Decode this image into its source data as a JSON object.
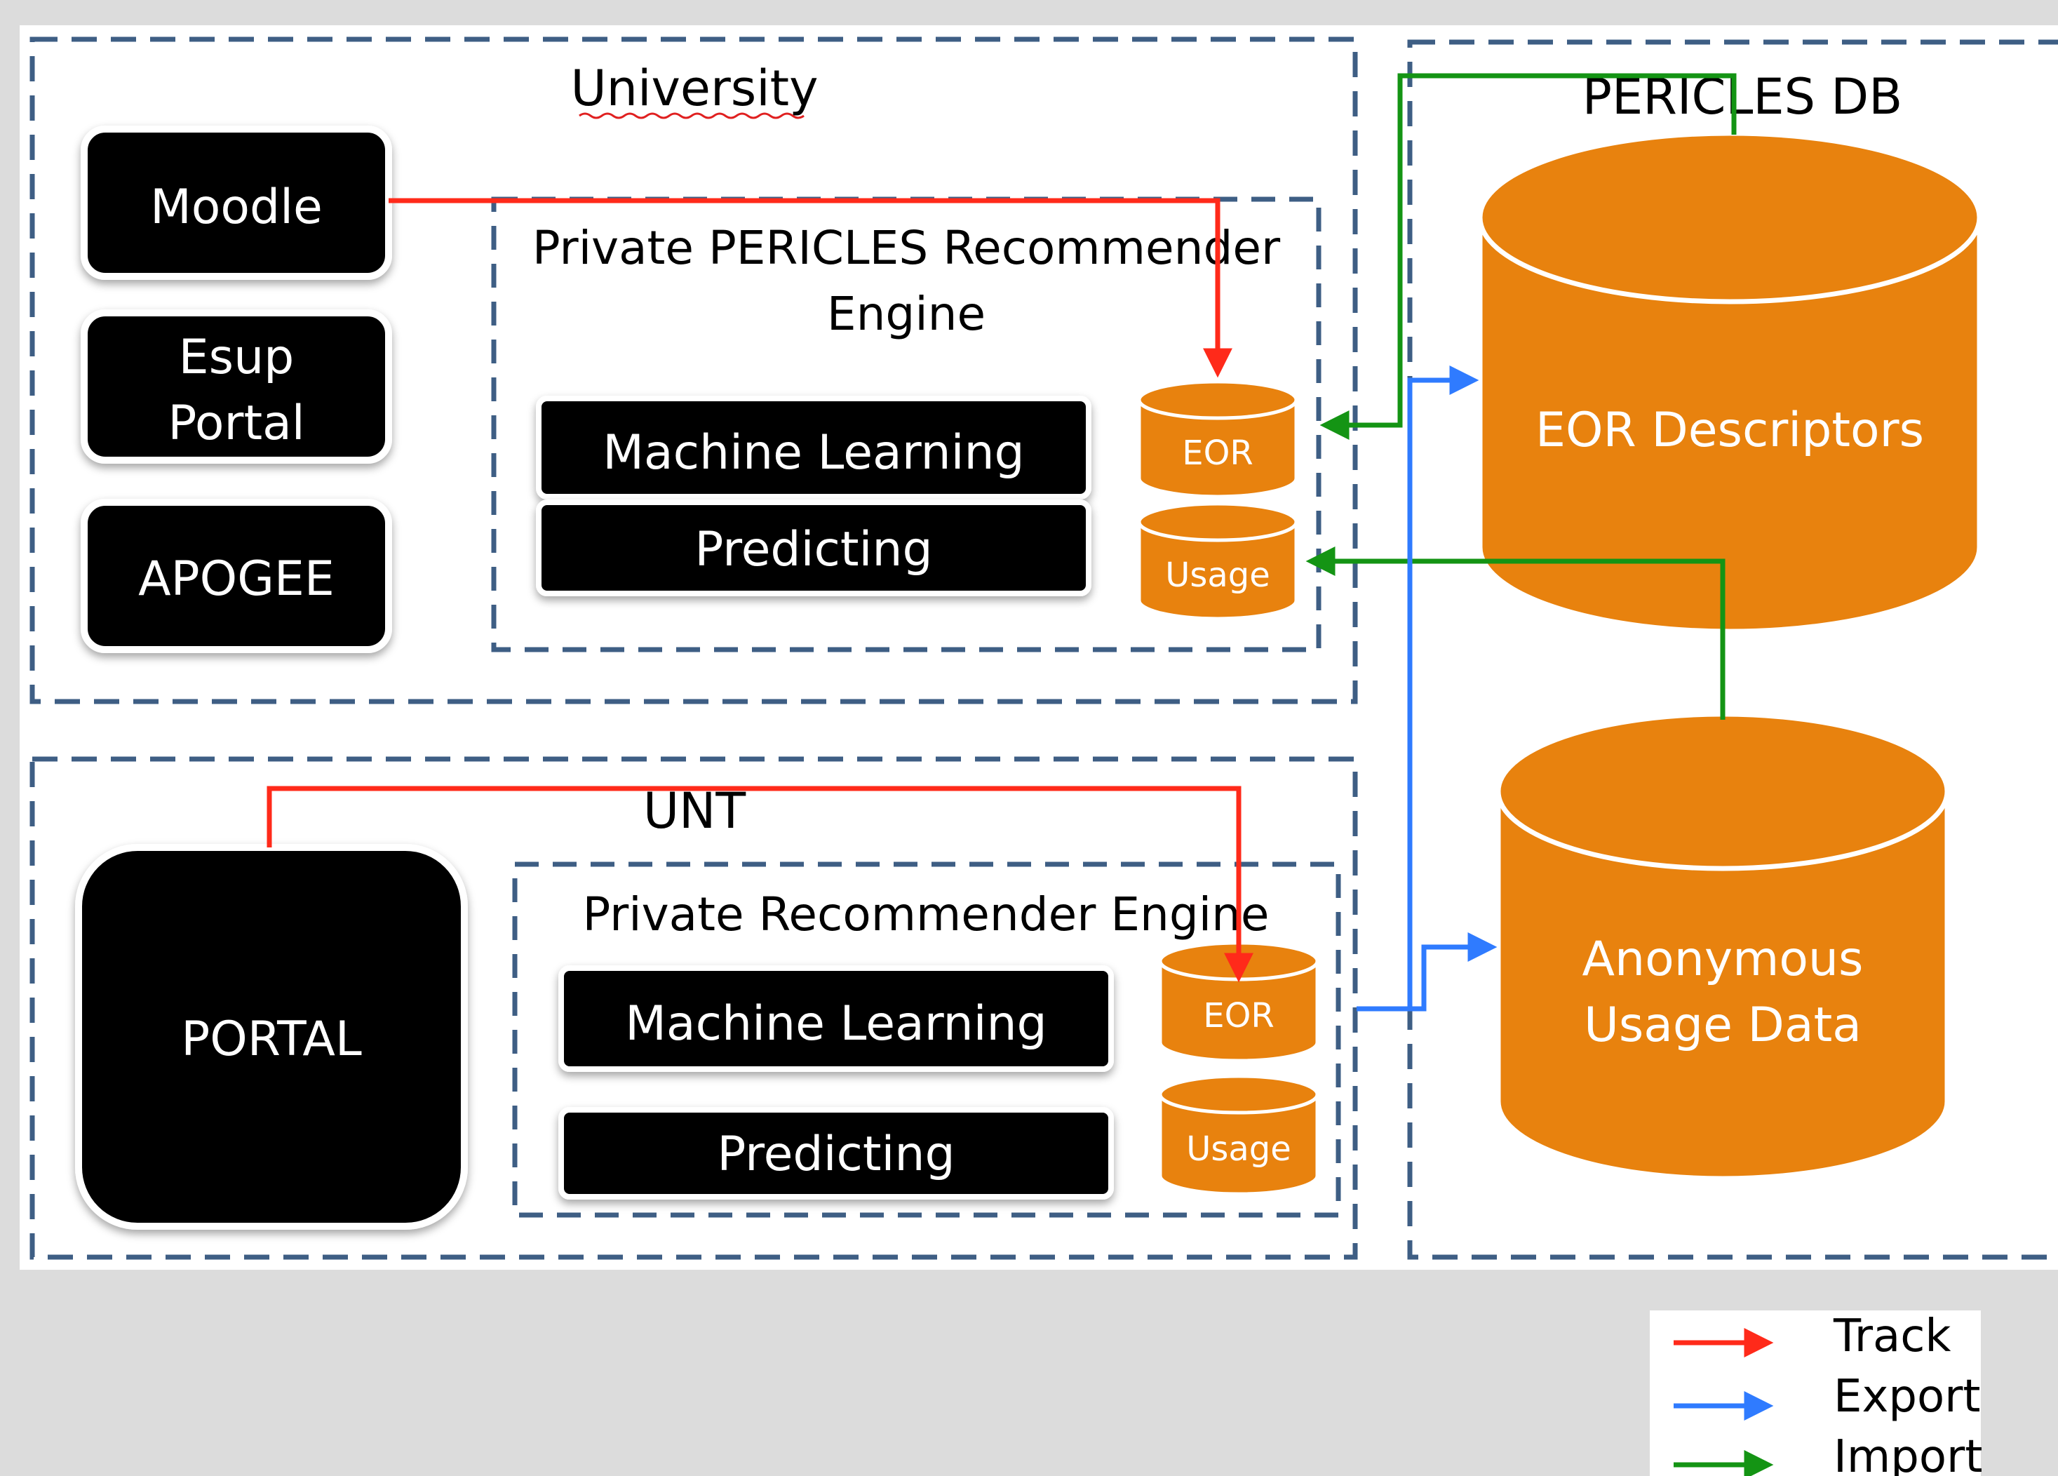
{
  "colors": {
    "track": "#ff2a1a",
    "export": "#2f7bff",
    "import": "#149414",
    "cylinder": "#e8820e",
    "block": "#000000",
    "dash": "#3e5e84"
  },
  "university": {
    "title": "University",
    "apps": [
      "Moodle",
      "Esup Portal",
      "APOGEE"
    ],
    "engine": {
      "title_line1": "Private PERICLES Recommender",
      "title_line2": "Engine",
      "ml": "Machine Learning",
      "predict": "Predicting",
      "eor": "EOR",
      "usage": "Usage"
    }
  },
  "unt": {
    "title": "UNT",
    "portal": "PORTAL",
    "engine": {
      "title": "Private Recommender Engine",
      "ml": "Machine Learning",
      "predict": "Predicting",
      "eor": "EOR",
      "usage": "Usage"
    }
  },
  "pericles_db": {
    "title": "PERICLES DB",
    "eor_descriptors": "EOR Descriptors",
    "anon_line1": "Anonymous",
    "anon_line2": "Usage Data"
  },
  "legend": {
    "track": "Track",
    "export": "Export",
    "import": "Import"
  }
}
